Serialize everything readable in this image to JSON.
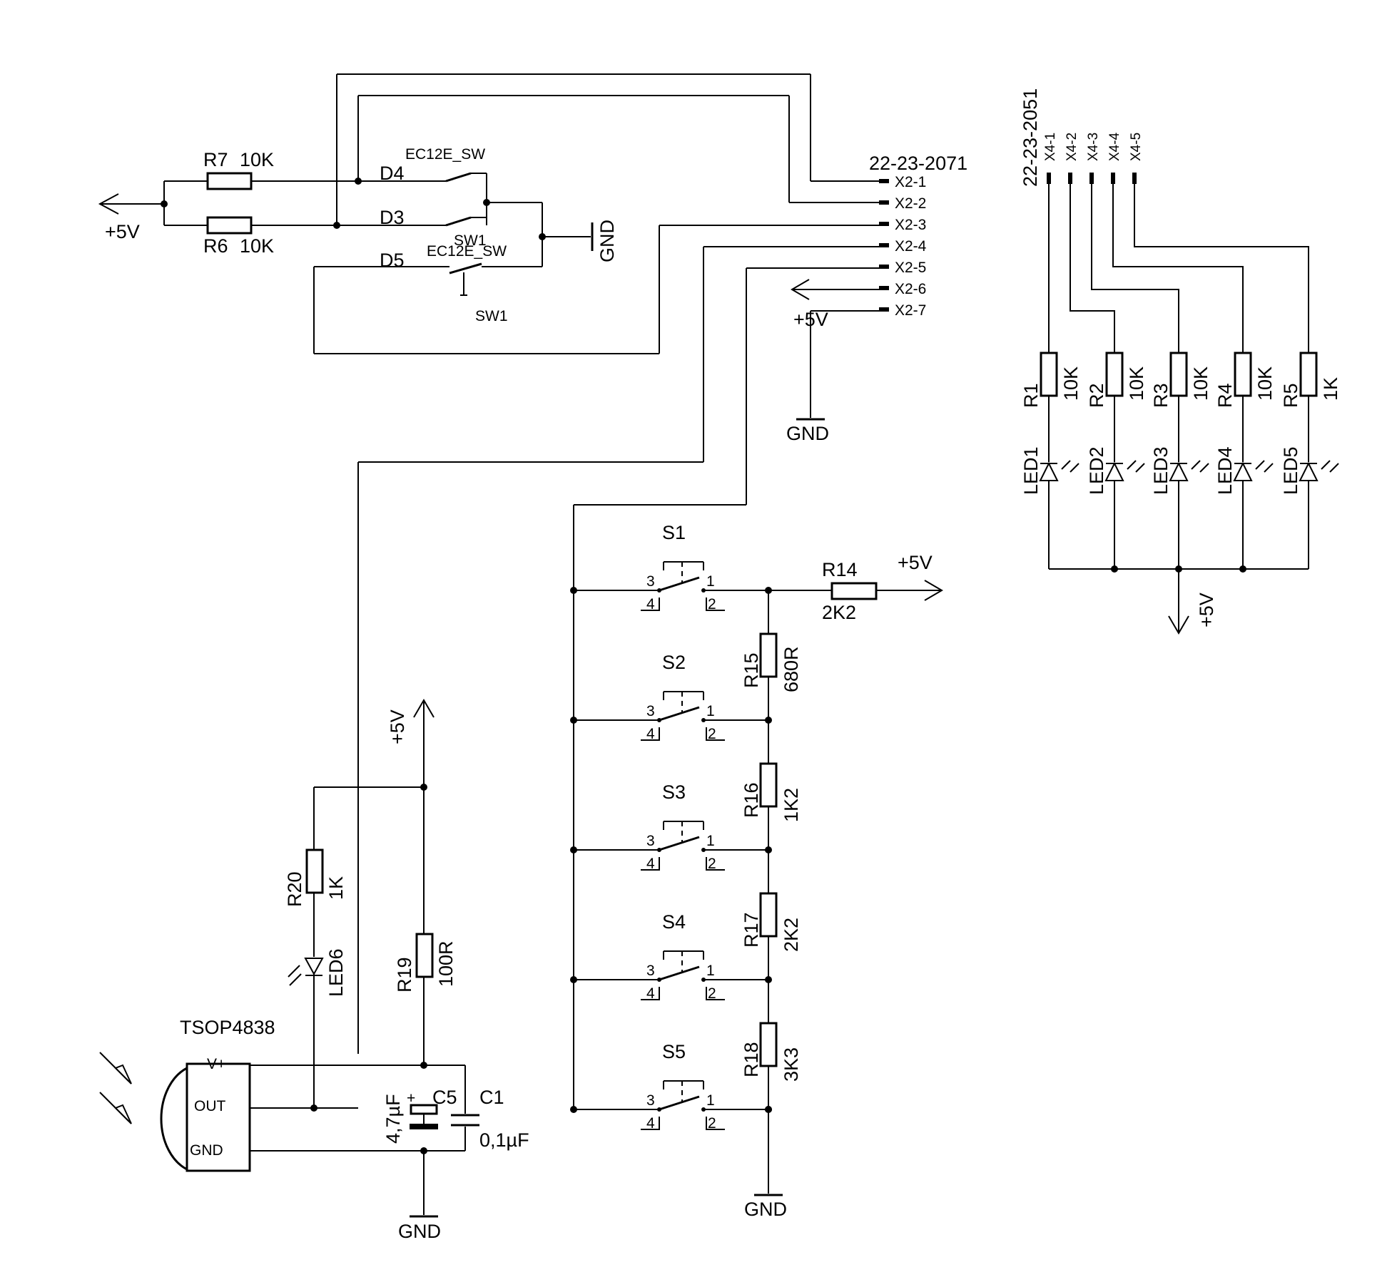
{
  "connectors": {
    "x2": {
      "part": "22-23-2071",
      "pins": [
        "X2-1",
        "X2-2",
        "X2-3",
        "X2-4",
        "X2-5",
        "X2-6",
        "X2-7"
      ]
    },
    "x4": {
      "part": "22-23-2051",
      "pins": [
        "X4-1",
        "X4-2",
        "X4-3",
        "X4-4",
        "X4-5"
      ]
    }
  },
  "power": {
    "vcc": "+5V",
    "gnd": "GND"
  },
  "encoder": {
    "r7": {
      "ref": "R7",
      "value": "10K"
    },
    "r6": {
      "ref": "R6",
      "value": "10K"
    },
    "nets": [
      "D4",
      "D3",
      "D5"
    ],
    "sw_part": "EC12E_SW",
    "sw_ref": "SW1"
  },
  "led_bank": [
    {
      "r": "R1",
      "v": "10K",
      "led": "LED1"
    },
    {
      "r": "R2",
      "v": "10K",
      "led": "LED2"
    },
    {
      "r": "R3",
      "v": "10K",
      "led": "LED3"
    },
    {
      "r": "R4",
      "v": "10K",
      "led": "LED4"
    },
    {
      "r": "R5",
      "v": "1K",
      "led": "LED5"
    }
  ],
  "buttons": {
    "switches": [
      "S1",
      "S2",
      "S3",
      "S4",
      "S5"
    ],
    "pins": {
      "p1": "1",
      "p2": "2",
      "p3": "3",
      "p4": "4"
    },
    "r14": {
      "ref": "R14",
      "value": "2K2"
    },
    "ladder": [
      {
        "ref": "R15",
        "value": "680R"
      },
      {
        "ref": "R16",
        "value": "1K2"
      },
      {
        "ref": "R17",
        "value": "2K2"
      },
      {
        "ref": "R18",
        "value": "3K3"
      }
    ]
  },
  "ir": {
    "part": "TSOP4838",
    "pins": [
      "V+",
      "OUT",
      "GND"
    ],
    "r20": {
      "ref": "R20",
      "value": "1K"
    },
    "led6": "LED6",
    "r19": {
      "ref": "R19",
      "value": "100R"
    },
    "c5": {
      "ref": "C5",
      "value": "4,7µF",
      "plus": "+"
    },
    "c1": {
      "ref": "C1",
      "value": "0,1µF"
    }
  }
}
